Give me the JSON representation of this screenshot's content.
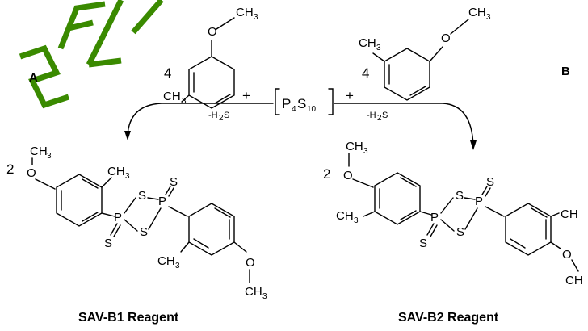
{
  "panels": {
    "left": "A",
    "right": "B"
  },
  "watermark": "SEL",
  "reaction": {
    "coefficient_left_reactant": "4",
    "coefficient_right_reactant": "4",
    "plus_left": "+",
    "plus_right": "+",
    "reagent_main": "P",
    "reagent_sub1": "4",
    "reagent_main2": "S",
    "reagent_sub2": "10",
    "byproduct_left_pre": "-H",
    "byproduct_left_sub": "2",
    "byproduct_left_post": "S",
    "byproduct_right_pre": "-H",
    "byproduct_right_sub": "2",
    "byproduct_right_post": "S"
  },
  "atoms": {
    "O": "O",
    "C": "CH",
    "H3": "3",
    "S": "S",
    "P": "P"
  },
  "products": {
    "left_coefficient": "2",
    "right_coefficient": "2",
    "left_name": "SAV-B1 Reagent",
    "right_name": "SAV-B2 Reagent"
  },
  "colors": {
    "watermark": "#3a8a00",
    "ink": "#000000"
  }
}
